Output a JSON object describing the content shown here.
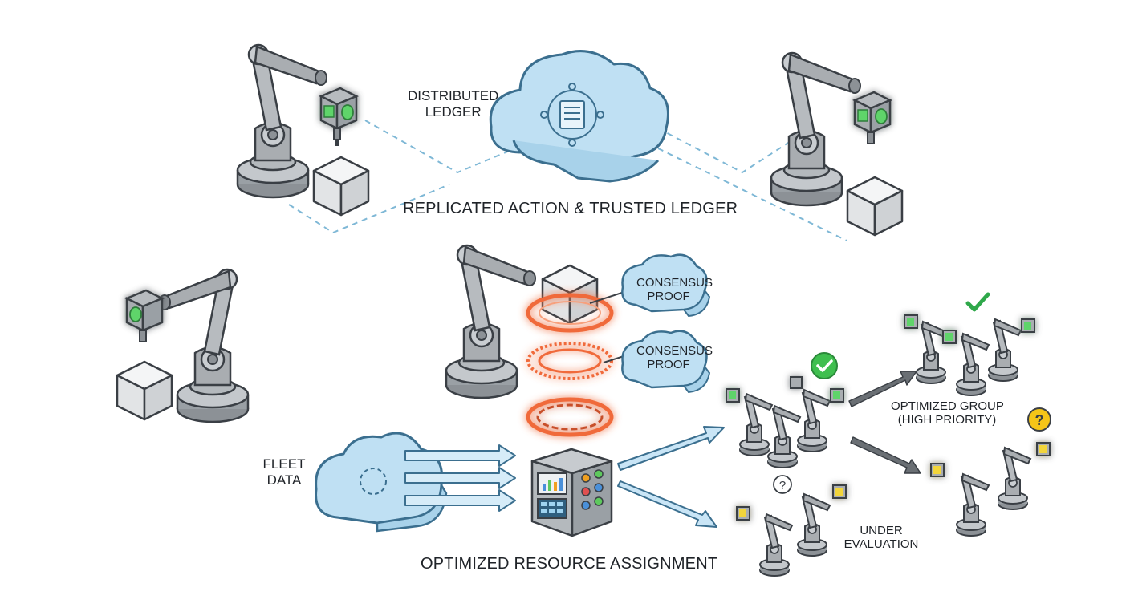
{
  "labels": {
    "distributed_ledger": [
      "DISTRIBUTED",
      "LEDGER"
    ],
    "replicated_action": "REPLICATED ACTION & TRUSTED LEDGER",
    "consensus_proof_1": [
      "CONSENSUS",
      "PROOF"
    ],
    "consensus_proof_2": [
      "CONSENSUS",
      "PROOF"
    ],
    "fleet_data": [
      "FLEET",
      "DATA"
    ],
    "optimized_group": [
      "OPTIMIZED GROUP",
      "(HIGH PRIORITY)"
    ],
    "under_evaluation": [
      "UNDER",
      "EVALUATION"
    ],
    "optimized_resource_assignment": "OPTIMIZED RESOURCE ASSIGNMENT"
  },
  "icons": {
    "checkmark": "check-icon",
    "question": "question-icon",
    "cloud": "cloud-icon",
    "robot_arm": "robot-arm-icon",
    "server": "server-icon",
    "chain_ring": "chain-ring-icon"
  },
  "colors": {
    "ink": "#3a3f45",
    "robot_gray": "#a9adb1",
    "robot_dark": "#7d8287",
    "cloud_blue": "#bfe0f3",
    "cloud_stroke": "#3b6f8f",
    "dashed_link": "#7fb8d6",
    "sensor_green": "#3fbf4f",
    "sensor_yellow": "#e3c21a",
    "ring_orange": "#f06a3a",
    "check_green": "#2fa84a",
    "question_yellow": "#f5c518",
    "arrow_blue": "#a7d3ee",
    "arrow_gray": "#5f6468"
  }
}
